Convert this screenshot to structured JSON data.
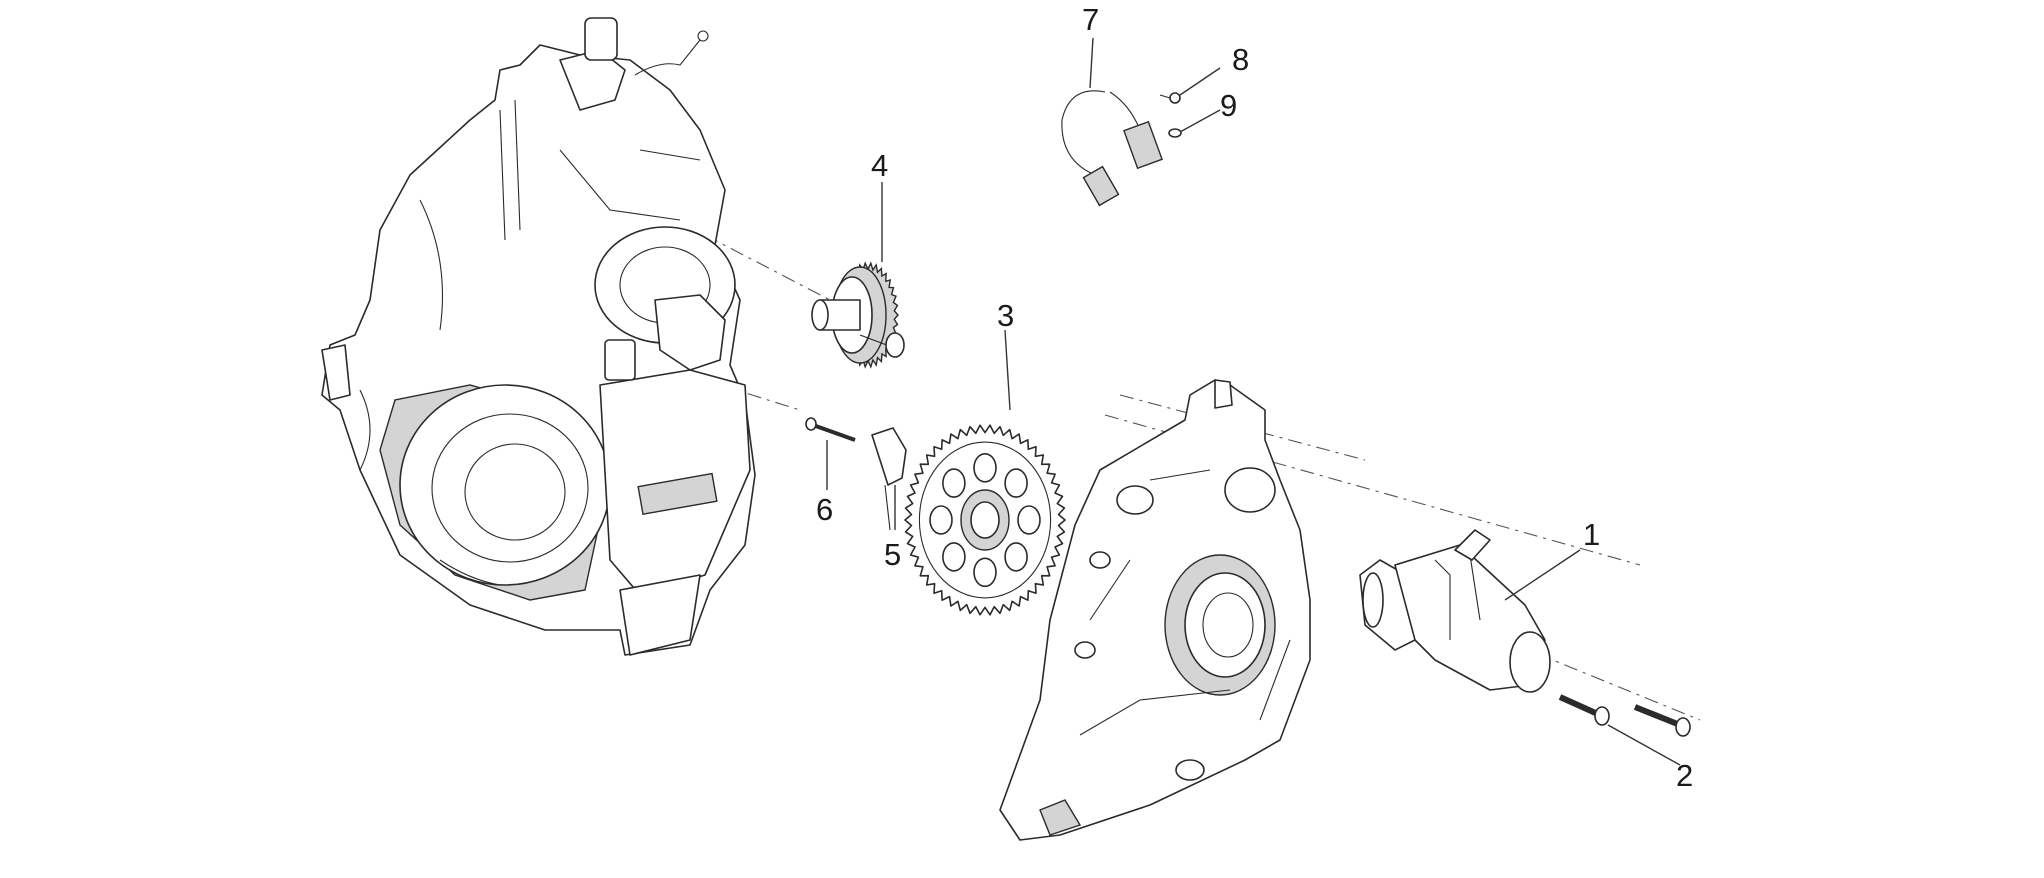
{
  "callouts": {
    "c1": "1",
    "c2": "2",
    "c3": "3",
    "c4": "4",
    "c5": "5",
    "c6": "6",
    "c7": "7",
    "c8": "8",
    "c9": "9"
  },
  "colors": {
    "line": "#2b2b2b",
    "shade": "#d4d4d4",
    "background": "#ffffff"
  }
}
